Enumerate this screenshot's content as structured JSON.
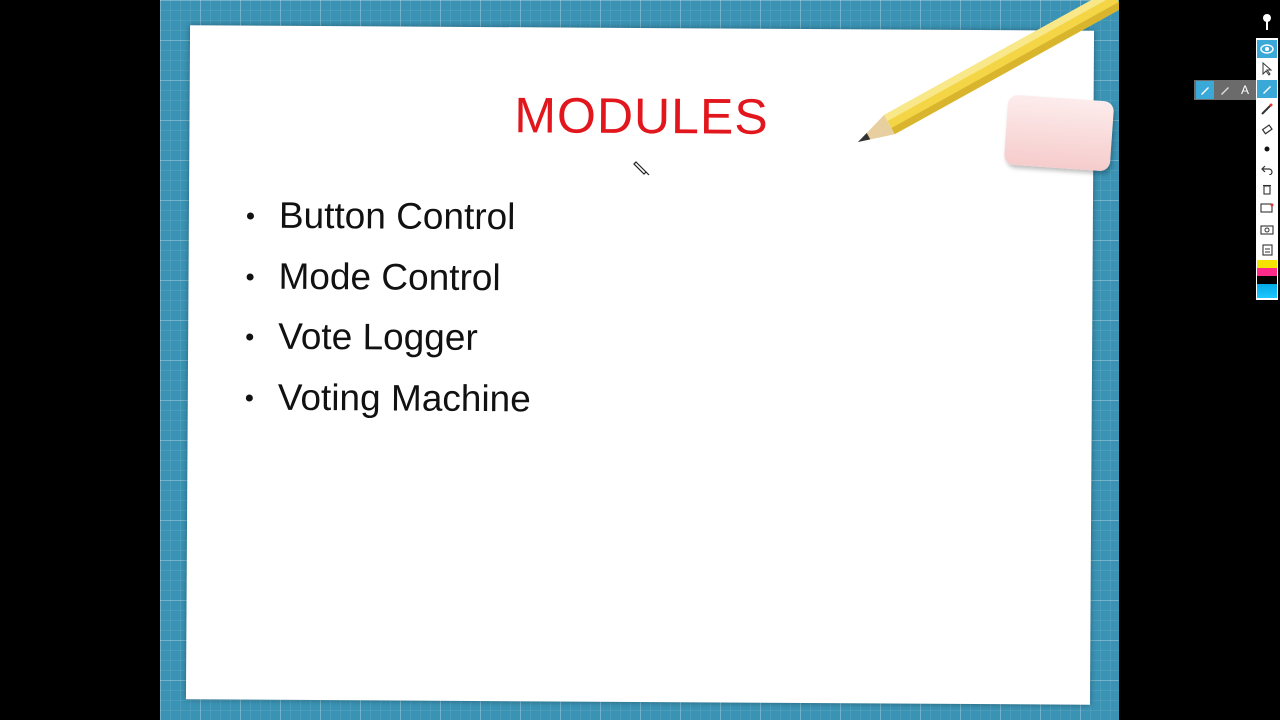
{
  "slide": {
    "title": "MODULES",
    "bullets": [
      "Button Control",
      "Mode Control",
      "Vote Logger",
      "Voting Machine"
    ],
    "bullet_glyph": "•"
  },
  "colors": {
    "title": "#e2161d",
    "board": "#3a93b4",
    "toolbar_active": "#3aa9d8"
  },
  "toolbar": {
    "icons": [
      "eye-icon",
      "pointer-icon",
      "pen-icon",
      "highlighter-icon",
      "eraser-icon",
      "dot-icon",
      "undo-icon",
      "trash-icon",
      "whiteboard-icon",
      "screenshot-icon",
      "clipboard-icon"
    ],
    "swatches": [
      "#f5e400",
      "#ff2a8a",
      "#000000",
      "#00a8e6",
      "#21c8ff"
    ]
  },
  "floatbar": {
    "text_tool": "A"
  }
}
